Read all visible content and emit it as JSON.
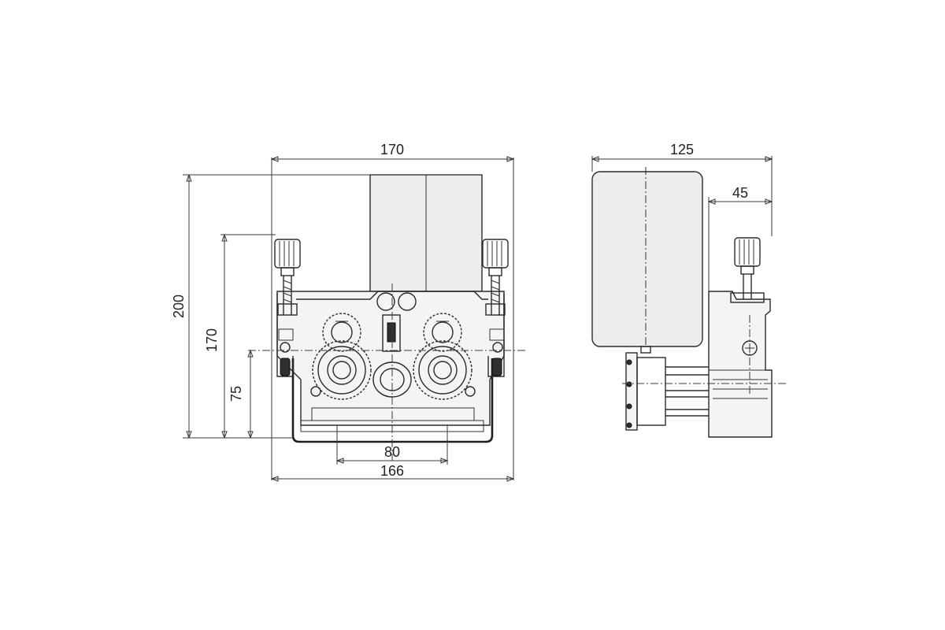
{
  "front_view": {
    "dimensions": {
      "overall_width": "170",
      "overall_height": "200",
      "inner_height": "170",
      "axis_height": "75",
      "slot_spacing": "80",
      "base_width": "166"
    }
  },
  "side_view": {
    "dimensions": {
      "depth": "125",
      "offset": "45"
    }
  },
  "colors": {
    "line": "#2b2b2b",
    "background": "#ffffff"
  }
}
